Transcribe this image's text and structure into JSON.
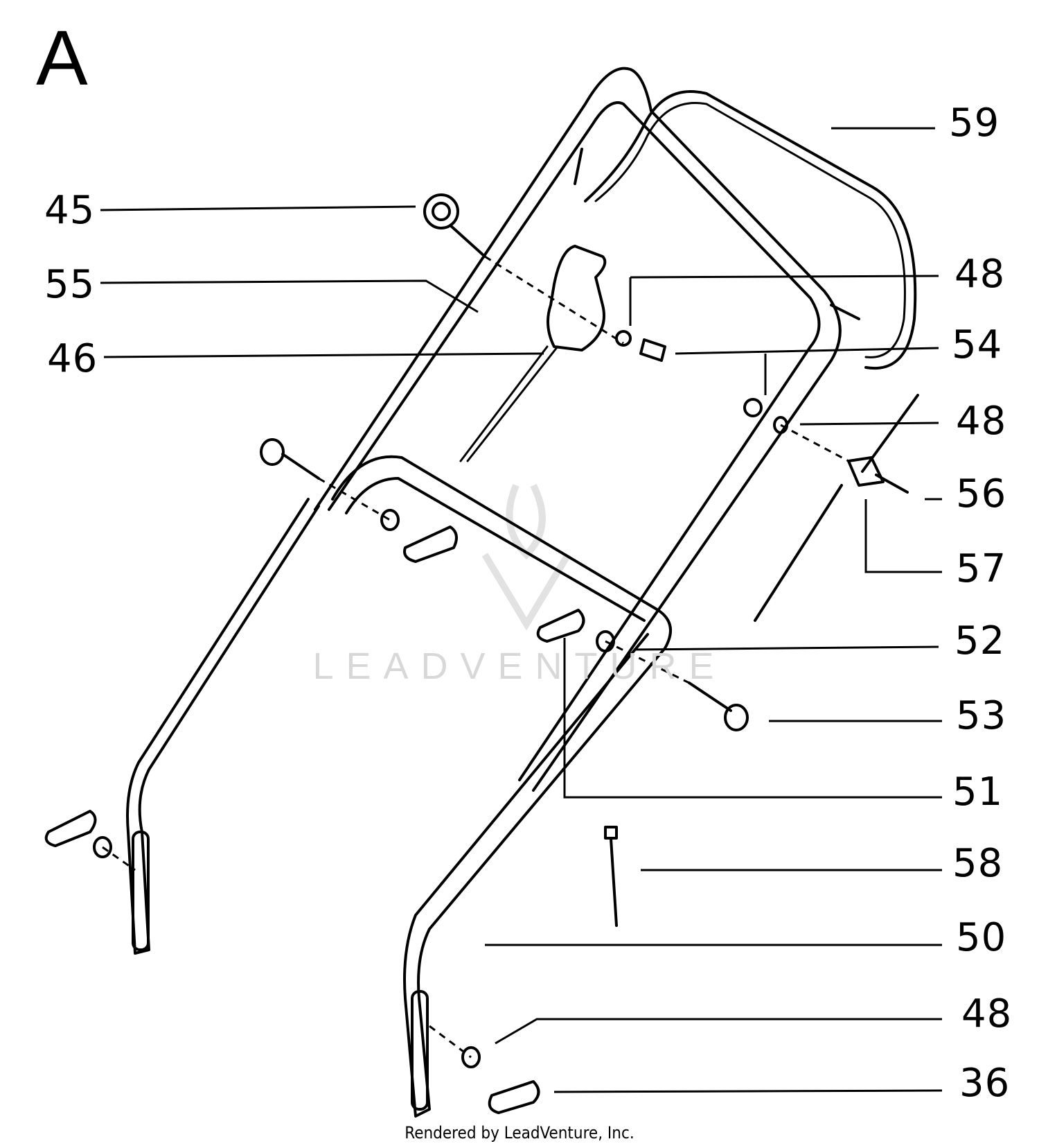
{
  "section_letter": "A",
  "callouts": {
    "c59": "59",
    "c45": "45",
    "c55": "55",
    "c48a": "48",
    "c46": "46",
    "c54": "54",
    "c48b": "48",
    "c56": "56",
    "c57": "57",
    "c52": "52",
    "c53": "53",
    "c51": "51",
    "c58": "58",
    "c50": "50",
    "c48c": "48",
    "c36": "36"
  },
  "watermark": "LEADVENTURE",
  "footer": "Rendered by LeadVenture, Inc."
}
